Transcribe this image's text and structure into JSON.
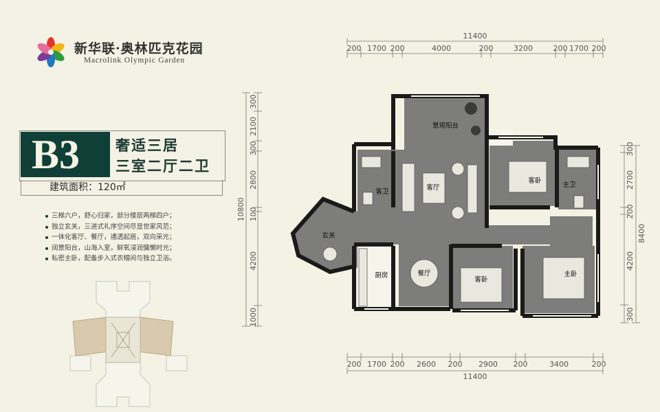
{
  "brand": {
    "name_cn": "新华联·奥林匹克花园",
    "name_en": "Macrolink Olympic Garden"
  },
  "unit": {
    "code": "B3",
    "tagline": "奢适三居",
    "layout": "三室二厅二卫",
    "area": "建筑面积：120㎡"
  },
  "features": [
    "三梯六户，舒心归家，部分楼层两梯四户；",
    "独立玄关，三进式礼序空间尽显世家风范；",
    "一体化客厅、餐厅，通透起居，双向采光；",
    "阔景阳台，山海入室，鲜氧浸润慵懒时光；",
    "私密主卧，配备步入式衣帽间与独立卫浴。"
  ],
  "rooms": {
    "balcony": "景观阳台",
    "guest_bath": "客卫",
    "living": "客厅",
    "bedroom_ne": "客卧",
    "master_bath": "主卫",
    "foyer": "玄关",
    "kitchen": "厨房",
    "dining": "餐厅",
    "bedroom_s": "客卧",
    "master_bed": "主卧"
  },
  "dimensions": {
    "top_total": "11400",
    "top": [
      "200",
      "1700",
      "200",
      "4000",
      "200",
      "3200",
      "200",
      "1700",
      "200"
    ],
    "bottom_total": "11400",
    "bottom": [
      "200",
      "1700",
      "200",
      "2600",
      "200",
      "2900",
      "200",
      "3400",
      "200"
    ],
    "left_total": "10800",
    "left": [
      "300",
      "2100",
      "300",
      "2800",
      "100",
      "4200",
      "1000"
    ],
    "right_total": "8400",
    "right": [
      "300",
      "2700",
      "200",
      "4200",
      "300"
    ]
  },
  "colors": {
    "brand_green": "#0f3f37",
    "background": "#f3f2e4",
    "floor": "#7d7d7b",
    "wall": "#1a1a1a",
    "highlight_tower": "#d9c9ad"
  }
}
